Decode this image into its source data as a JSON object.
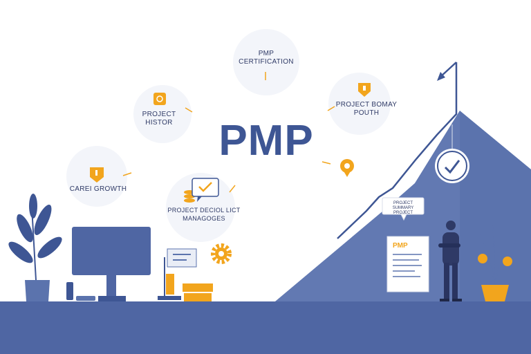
{
  "title": "PMP",
  "labels": {
    "certification_line1": "PMP",
    "certification_line2": "CERTIFICATION",
    "project_history_line1": "PROJECT",
    "project_history_line2": "HISTOR",
    "project_summary_line1": "PROJECT BOMAY",
    "project_summary_line2": "POUTH",
    "career_growth": "CAREI GROWTH",
    "project_line1": "PROJECT DECIOL LICT",
    "project_line2": "MANAGOGES"
  },
  "document": {
    "label": "PMP"
  },
  "speech_bubble": {
    "line1": "PROJECT SUMMARY",
    "line2": "PROJECT"
  },
  "colors": {
    "primary": "#3e5694",
    "mountain": "#5b73ad",
    "ground": "#4f66a3",
    "accent": "#f2a51d",
    "text": "#2f3a66"
  },
  "icons": [
    "checkmark-icon",
    "gear-icon",
    "coin-stack-icon",
    "location-pin-icon",
    "warning-icon",
    "chat-bubble-icon",
    "document-icon",
    "person-icon",
    "plant-icon",
    "monitor-icon",
    "arrow-icon"
  ]
}
